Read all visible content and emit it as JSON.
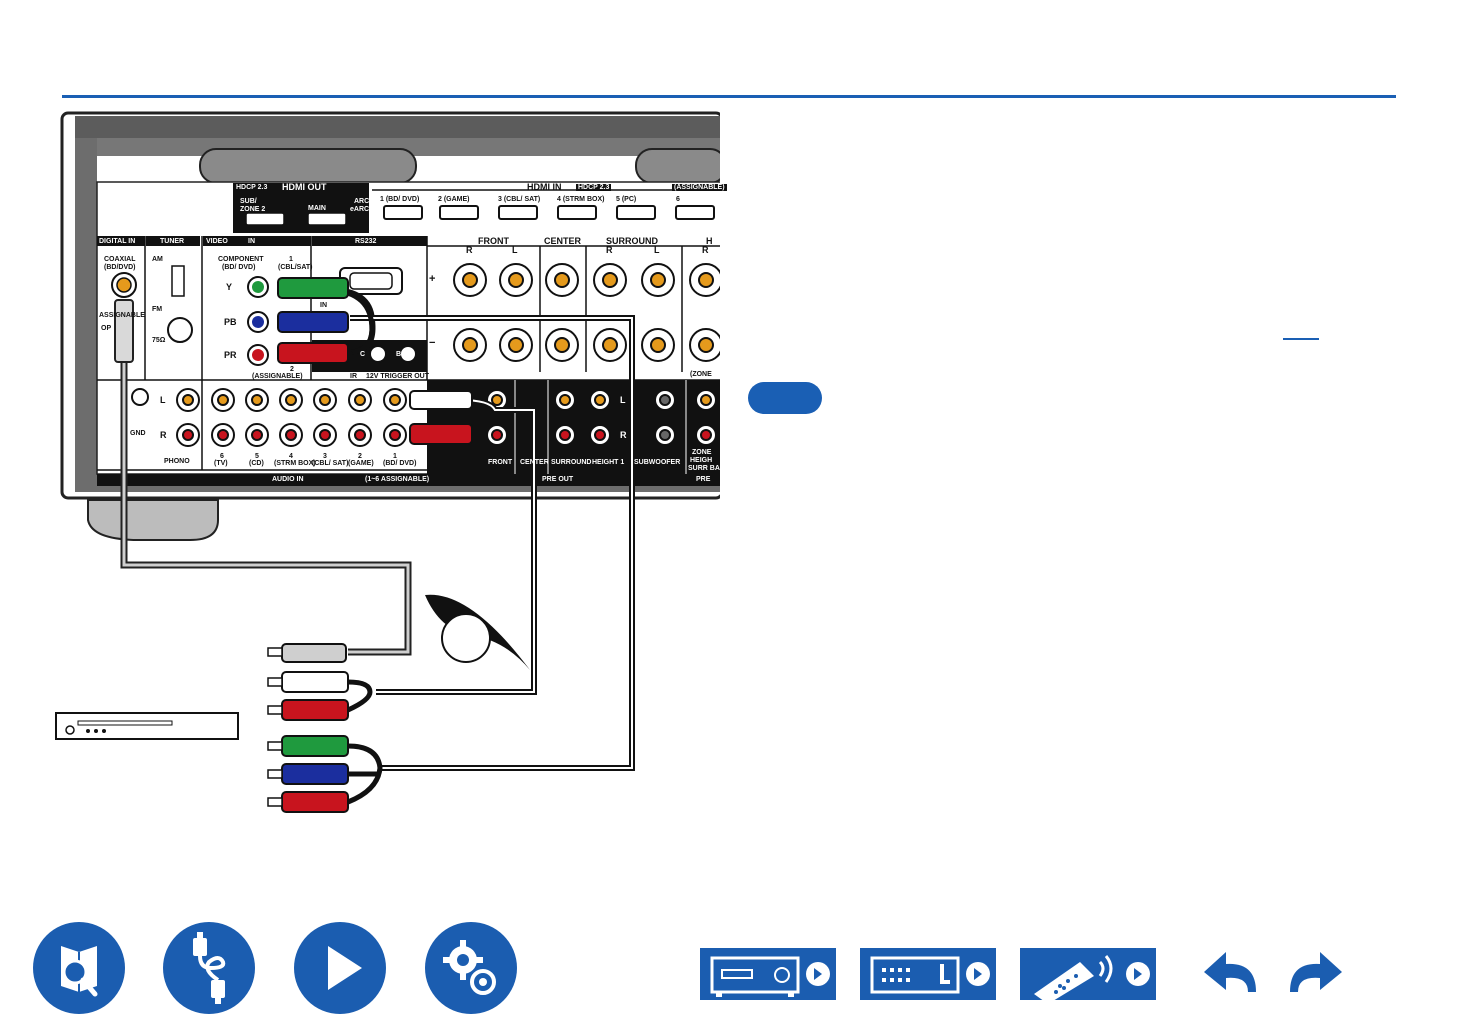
{
  "panel": {
    "hdmi_out": {
      "badge": "HDCP 2.3",
      "title": "HDMI OUT",
      "sub_zone": "SUB/\nZONE 2",
      "sub_zone_line1": "SUB/",
      "sub_zone_line2": "ZONE 2",
      "main": "MAIN",
      "arc1": "ARC",
      "arc2": "eARC"
    },
    "hdmi_in": {
      "title": "HDMI IN",
      "badge": "HDCP 2.3",
      "assignable": "(ASSIGNABLE)",
      "ports": [
        "1 (BD/ DVD)",
        "2 (GAME)",
        "3 (CBL/ SAT)",
        "4 (STRM BOX)",
        "5 (PC)",
        "6"
      ]
    },
    "digital_in": {
      "title": "DIGITAL IN",
      "coaxial": "COAXIAL",
      "source": "(BD/DVD)",
      "assignable": "ASSIGNABLE",
      "optical": "OP"
    },
    "tuner": {
      "title": "TUNER",
      "am": "AM",
      "fm": "FM",
      "ohm": "75Ω"
    },
    "video_in": {
      "title": "VIDEO",
      "in": "IN",
      "component": "COMPONENT",
      "component_src": "(BD/ DVD)",
      "port1": "1",
      "port1_src": "(CBL/SAT)",
      "y": "Y",
      "pb": "PB",
      "pr": "PR",
      "port2": "2",
      "assignable": "(ASSIGNABLE)"
    },
    "rs232": {
      "title": "RS232",
      "ir": "IR",
      "trigger": "12V TRIGGER OUT",
      "c": "C",
      "b": "B",
      "in": "IN"
    },
    "speakers": {
      "plus": "+",
      "minus": "−",
      "front": "FRONT",
      "center": "CENTER",
      "surround": "SURROUND",
      "r": "R",
      "l": "L",
      "h": "H"
    },
    "audio_in": {
      "title": "AUDIO IN",
      "assignable": "(1~6 ASSIGNABLE)",
      "gnd": "GND",
      "l": "L",
      "r": "R",
      "phono": "PHONO",
      "ports": [
        {
          "num": "6",
          "src": "(TV)"
        },
        {
          "num": "5",
          "src": "(CD)"
        },
        {
          "num": "4",
          "src": "(STRM BOX)"
        },
        {
          "num": "3",
          "src": "(CBL/ SAT)"
        },
        {
          "num": "2",
          "src": "(GAME)"
        },
        {
          "num": "1",
          "src": "(BD/ DVD)"
        }
      ]
    },
    "pre_out": {
      "title": "PRE OUT",
      "labels": [
        "FRONT",
        "CENTER",
        "SURROUND",
        "HEIGHT 1",
        "SUBWOOFER"
      ],
      "l": "L",
      "r": "R",
      "zone": "(ZONE",
      "zone2": "ZONE",
      "height": "HEIGH",
      "surr": "SURR BA",
      "pre": "PRE"
    }
  },
  "colors": {
    "accent": "#1a5fb4",
    "nav": "#1b5db0",
    "green": "#1f9a3e",
    "blue": "#1b2e9e",
    "red": "#c8141e",
    "gold": "#e59a1c"
  },
  "nav": {
    "round_icons": [
      "manual-search-icon",
      "connection-cable-icon",
      "play-icon",
      "settings-gears-icon"
    ],
    "rect_icons": [
      "front-panel-icon",
      "rear-panel-icon",
      "remote-control-icon"
    ],
    "arrows": [
      "back-arrow-icon",
      "forward-arrow-icon"
    ]
  }
}
